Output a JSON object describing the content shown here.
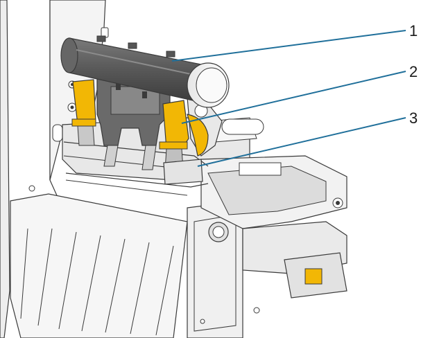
{
  "colors": {
    "background": "#ffffff",
    "outline": "#3a3a3a",
    "body_light": "#f2f2f2",
    "body_mid": "#d9d9d9",
    "body_dark": "#b5b5b5",
    "roller": "#5a5a5a",
    "roller_dark": "#3c3c3c",
    "accent_yellow": "#f2b705",
    "accent_yellow_dark": "#c99400",
    "leader_line": "#1f6f9a"
  },
  "callouts": [
    {
      "id": "1",
      "label": "1"
    },
    {
      "id": "2",
      "label": "2"
    },
    {
      "id": "3",
      "label": "3"
    }
  ]
}
